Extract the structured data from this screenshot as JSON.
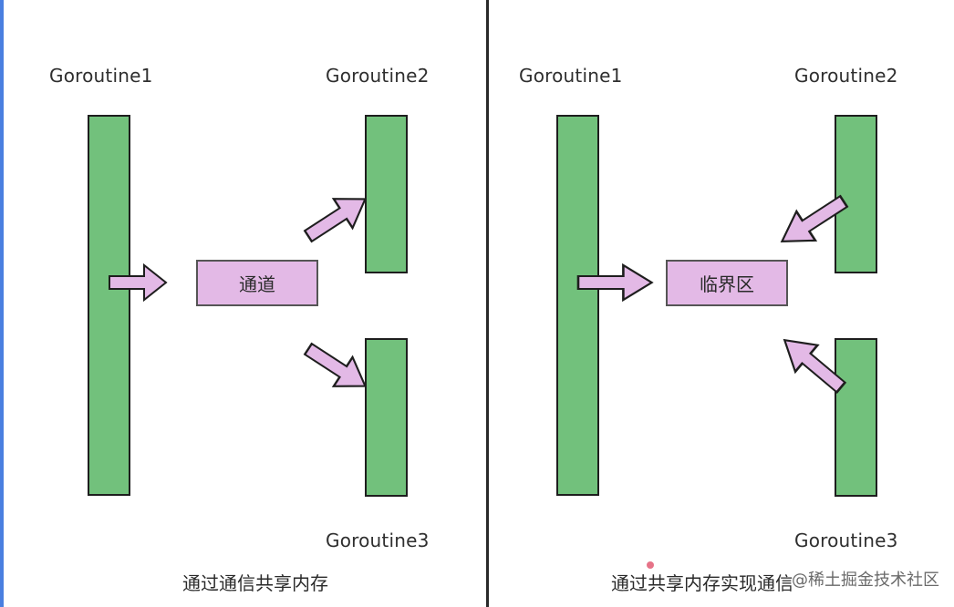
{
  "left_panel": {
    "g1_label": "Goroutine1",
    "g2_label": "Goroutine2",
    "g3_label": "Goroutine3",
    "box_label": "通道",
    "caption": "通过通信共享内存"
  },
  "right_panel": {
    "g1_label": "Goroutine1",
    "g2_label": "Goroutine2",
    "g3_label": "Goroutine3",
    "box_label": "临界区",
    "caption": "通过共享内存实现通信"
  },
  "watermark": "@稀土掘金技术社区",
  "colors": {
    "goroutine_bar": "#72c17c",
    "box_fill": "#e3b9e6",
    "arrow_fill": "#e3b9e6",
    "divider": "#2a2a2a",
    "left_edge": "#4a7fe0"
  }
}
